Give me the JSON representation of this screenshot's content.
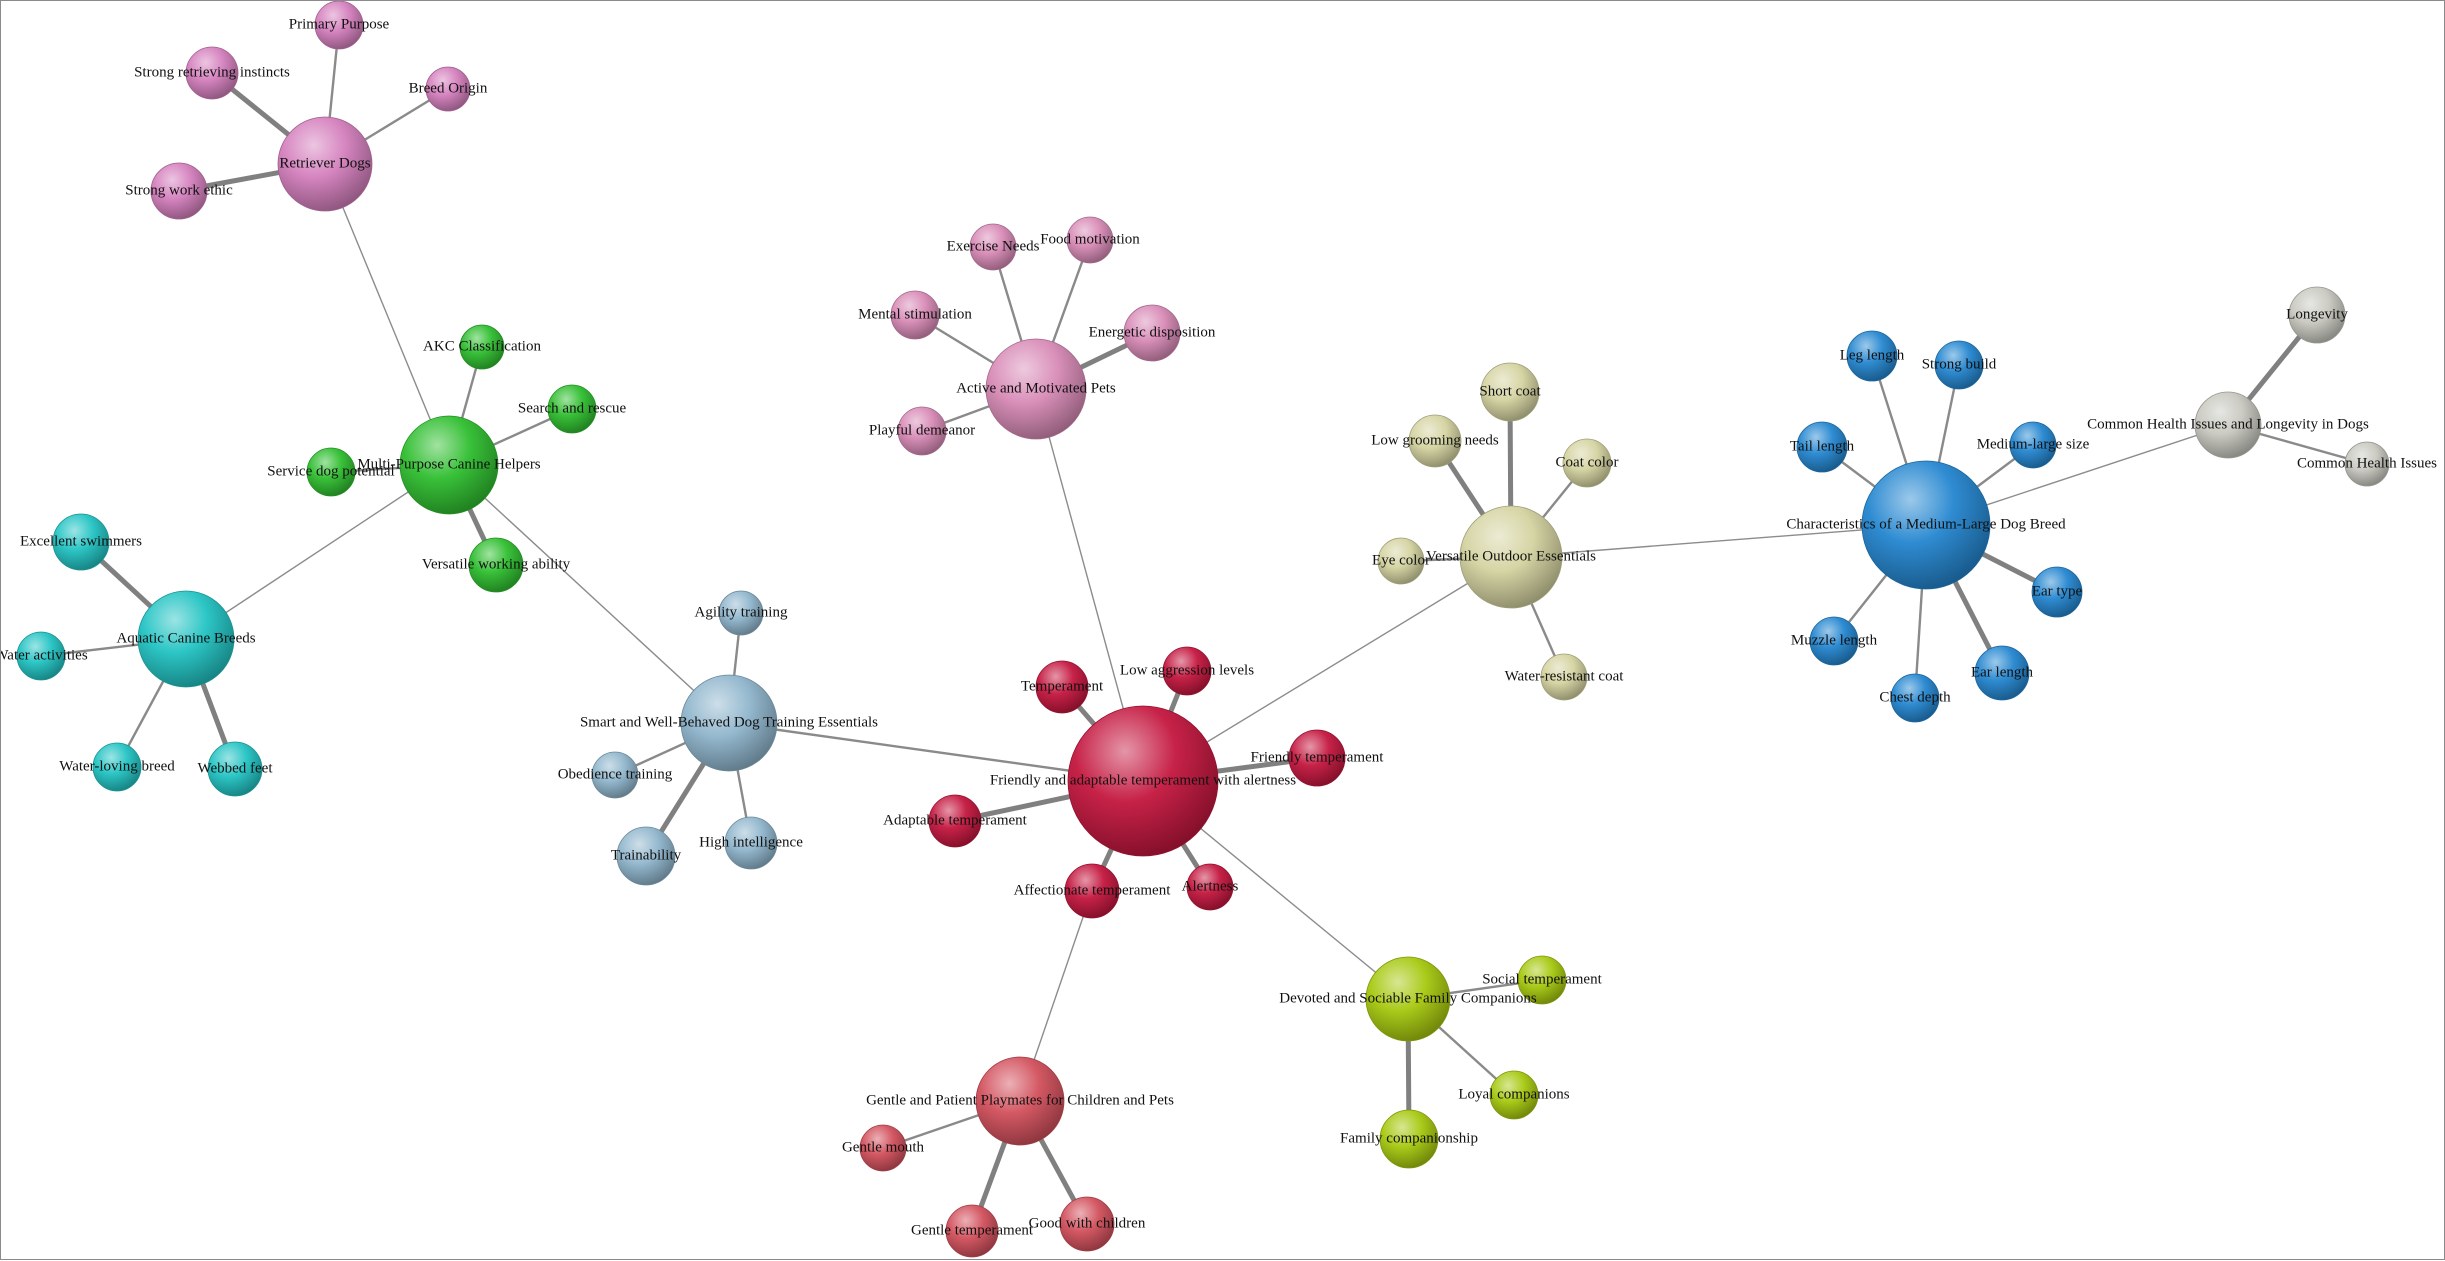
{
  "graph": {
    "nodes": [
      {
        "id": "friendly_main",
        "label": "Friendly and adaptable temperament with alertness",
        "color": "#c4163e",
        "level": 1
      },
      {
        "id": "temperament",
        "label": "Temperament",
        "color": "#c4163e",
        "level": 2
      },
      {
        "id": "low_aggression",
        "label": "Low aggression levels",
        "color": "#c4163e",
        "level": 2
      },
      {
        "id": "friendly_temp",
        "label": "Friendly temperament",
        "color": "#c4163e",
        "level": 2
      },
      {
        "id": "adaptable_temp",
        "label": "Adaptable temperament",
        "color": "#c4163e",
        "level": 2
      },
      {
        "id": "affectionate_temp",
        "label": "Affectionate temperament",
        "color": "#c4163e",
        "level": 2
      },
      {
        "id": "alertness",
        "label": "Alertness",
        "color": "#c4163e",
        "level": 2
      },
      {
        "id": "active_pets",
        "label": "Active and Motivated Pets",
        "color": "#d88ab6",
        "level": 1
      },
      {
        "id": "exercise_needs",
        "label": "Exercise Needs",
        "color": "#d88ab6",
        "level": 2
      },
      {
        "id": "food_motivation",
        "label": "Food motivation",
        "color": "#d88ab6",
        "level": 2
      },
      {
        "id": "mental_stim",
        "label": "Mental stimulation",
        "color": "#d88ab6",
        "level": 2
      },
      {
        "id": "energetic",
        "label": "Energetic disposition",
        "color": "#d88ab6",
        "level": 2
      },
      {
        "id": "playful",
        "label": "Playful demeanor",
        "color": "#d88ab6",
        "level": 2
      },
      {
        "id": "smart_training",
        "label": "Smart and Well-Behaved Dog Training Essentials",
        "color": "#8fb5cc",
        "level": 1
      },
      {
        "id": "agility",
        "label": "Agility training",
        "color": "#8fb5cc",
        "level": 2
      },
      {
        "id": "obedience",
        "label": "Obedience training",
        "color": "#8fb5cc",
        "level": 2
      },
      {
        "id": "trainability",
        "label": "Trainability",
        "color": "#8fb5cc",
        "level": 2
      },
      {
        "id": "high_intel",
        "label": "High intelligence",
        "color": "#8fb5cc",
        "level": 2
      },
      {
        "id": "multi_purpose",
        "label": "Multi-Purpose Canine Helpers",
        "color": "#2fbe2f",
        "level": 1
      },
      {
        "id": "akc",
        "label": "AKC Classification",
        "color": "#2fbe2f",
        "level": 2
      },
      {
        "id": "search_rescue",
        "label": "Search and rescue",
        "color": "#2fbe2f",
        "level": 2
      },
      {
        "id": "service_dog",
        "label": "Service dog potential",
        "color": "#2fbe2f",
        "level": 2
      },
      {
        "id": "versatile_working",
        "label": "Versatile working ability",
        "color": "#2fbe2f",
        "level": 2
      },
      {
        "id": "retriever",
        "label": "Retriever Dogs",
        "color": "#d47fbd",
        "level": 1
      },
      {
        "id": "primary_purpose",
        "label": "Primary Purpose",
        "color": "#d47fbd",
        "level": 2
      },
      {
        "id": "strong_retrieving",
        "label": "Strong retrieving instincts",
        "color": "#d47fbd",
        "level": 2
      },
      {
        "id": "breed_origin",
        "label": "Breed Origin",
        "color": "#d47fbd",
        "level": 2
      },
      {
        "id": "strong_work",
        "label": "Strong work ethic",
        "color": "#d47fbd",
        "level": 2
      },
      {
        "id": "aquatic",
        "label": "Aquatic Canine Breeds",
        "color": "#22c3c3",
        "level": 1
      },
      {
        "id": "excellent_swim",
        "label": "Excellent swimmers",
        "color": "#22c3c3",
        "level": 2
      },
      {
        "id": "water_activities",
        "label": "Water activities",
        "color": "#22c3c3",
        "level": 2
      },
      {
        "id": "water_loving",
        "label": "Water-loving breed",
        "color": "#22c3c3",
        "level": 2
      },
      {
        "id": "webbed_feet",
        "label": "Webbed feet",
        "color": "#22c3c3",
        "level": 2
      },
      {
        "id": "gentle_playmates",
        "label": "Gentle and Patient Playmates for Children and Pets",
        "color": "#d2505c",
        "level": 1
      },
      {
        "id": "gentle_mouth",
        "label": "Gentle mouth",
        "color": "#d2505c",
        "level": 2
      },
      {
        "id": "gentle_temp",
        "label": "Gentle temperament",
        "color": "#d2505c",
        "level": 2
      },
      {
        "id": "good_children",
        "label": "Good with children",
        "color": "#d2505c",
        "level": 2
      },
      {
        "id": "devoted_family",
        "label": "Devoted and Sociable Family Companions",
        "color": "#a6c80e",
        "level": 1
      },
      {
        "id": "social_temp",
        "label": "Social temperament",
        "color": "#a6c80e",
        "level": 2
      },
      {
        "id": "loyal_comp",
        "label": "Loyal companions",
        "color": "#a6c80e",
        "level": 2
      },
      {
        "id": "family_comp",
        "label": "Family companionship",
        "color": "#a6c80e",
        "level": 2
      },
      {
        "id": "versatile_outdoor",
        "label": "Versatile Outdoor Essentials",
        "color": "#d4d3a0",
        "level": 1
      },
      {
        "id": "short_coat",
        "label": "Short coat",
        "color": "#d4d3a0",
        "level": 2
      },
      {
        "id": "low_grooming",
        "label": "Low grooming needs",
        "color": "#d4d3a0",
        "level": 2
      },
      {
        "id": "coat_color",
        "label": "Coat color",
        "color": "#d4d3a0",
        "level": 2
      },
      {
        "id": "eye_color",
        "label": "Eye color",
        "color": "#d4d3a0",
        "level": 2
      },
      {
        "id": "water_resistant",
        "label": "Water-resistant coat",
        "color": "#d4d3a0",
        "level": 2
      },
      {
        "id": "characteristics",
        "label": "Characteristics of a Medium-Large Dog Breed",
        "color": "#2486d0",
        "level": 1
      },
      {
        "id": "leg_length",
        "label": "Leg length",
        "color": "#2486d0",
        "level": 2
      },
      {
        "id": "strong_build",
        "label": "Strong build",
        "color": "#2486d0",
        "level": 2
      },
      {
        "id": "tail_length",
        "label": "Tail length",
        "color": "#2486d0",
        "level": 2
      },
      {
        "id": "medium_large_size",
        "label": "Medium-large size",
        "color": "#2486d0",
        "level": 2
      },
      {
        "id": "ear_type",
        "label": "Ear type",
        "color": "#2486d0",
        "level": 2
      },
      {
        "id": "muzzle_length",
        "label": "Muzzle length",
        "color": "#2486d0",
        "level": 2
      },
      {
        "id": "ear_length",
        "label": "Ear length",
        "color": "#2486d0",
        "level": 2
      },
      {
        "id": "chest_depth",
        "label": "Chest depth",
        "color": "#2486d0",
        "level": 2
      },
      {
        "id": "health_longevity",
        "label": "Common Health Issues and Longevity in Dogs",
        "color": "#c8c8c0",
        "level": 1
      },
      {
        "id": "longevity",
        "label": "Longevity",
        "color": "#c8c8c0",
        "level": 2
      },
      {
        "id": "common_health",
        "label": "Common Health Issues",
        "color": "#c8c8c0",
        "level": 2
      }
    ],
    "edges": [
      {
        "source": "friendly_main",
        "target": "temperament",
        "weight": "heavy"
      },
      {
        "source": "friendly_main",
        "target": "low_aggression",
        "weight": "heavy"
      },
      {
        "source": "friendly_main",
        "target": "friendly_temp",
        "weight": "heavy"
      },
      {
        "source": "friendly_main",
        "target": "adaptable_temp",
        "weight": "heavy"
      },
      {
        "source": "friendly_main",
        "target": "affectionate_temp",
        "weight": "heavy"
      },
      {
        "source": "friendly_main",
        "target": "alertness",
        "weight": "heavy"
      },
      {
        "source": "friendly_main",
        "target": "active_pets",
        "weight": "light"
      },
      {
        "source": "friendly_main",
        "target": "smart_training",
        "weight": "medium"
      },
      {
        "source": "friendly_main",
        "target": "versatile_outdoor",
        "weight": "light"
      },
      {
        "source": "friendly_main",
        "target": "devoted_family",
        "weight": "light"
      },
      {
        "source": "affectionate_temp",
        "target": "gentle_playmates",
        "weight": "light"
      },
      {
        "source": "active_pets",
        "target": "exercise_needs",
        "weight": "medium"
      },
      {
        "source": "active_pets",
        "target": "food_motivation",
        "weight": "medium"
      },
      {
        "source": "active_pets",
        "target": "mental_stim",
        "weight": "medium"
      },
      {
        "source": "active_pets",
        "target": "energetic",
        "weight": "heavy"
      },
      {
        "source": "active_pets",
        "target": "playful",
        "weight": "medium"
      },
      {
        "source": "smart_training",
        "target": "agility",
        "weight": "medium"
      },
      {
        "source": "smart_training",
        "target": "obedience",
        "weight": "medium"
      },
      {
        "source": "smart_training",
        "target": "trainability",
        "weight": "heavy"
      },
      {
        "source": "smart_training",
        "target": "high_intel",
        "weight": "medium"
      },
      {
        "source": "smart_training",
        "target": "multi_purpose",
        "weight": "light"
      },
      {
        "source": "multi_purpose",
        "target": "akc",
        "weight": "medium"
      },
      {
        "source": "multi_purpose",
        "target": "search_rescue",
        "weight": "medium"
      },
      {
        "source": "multi_purpose",
        "target": "service_dog",
        "weight": "medium"
      },
      {
        "source": "multi_purpose",
        "target": "versatile_working",
        "weight": "heavy"
      },
      {
        "source": "multi_purpose",
        "target": "retriever",
        "weight": "light"
      },
      {
        "source": "multi_purpose",
        "target": "aquatic",
        "weight": "light"
      },
      {
        "source": "retriever",
        "target": "primary_purpose",
        "weight": "medium"
      },
      {
        "source": "retriever",
        "target": "strong_retrieving",
        "weight": "heavy"
      },
      {
        "source": "retriever",
        "target": "breed_origin",
        "weight": "medium"
      },
      {
        "source": "retriever",
        "target": "strong_work",
        "weight": "heavy"
      },
      {
        "source": "aquatic",
        "target": "excellent_swim",
        "weight": "heavy"
      },
      {
        "source": "aquatic",
        "target": "water_activities",
        "weight": "medium"
      },
      {
        "source": "aquatic",
        "target": "water_loving",
        "weight": "medium"
      },
      {
        "source": "aquatic",
        "target": "webbed_feet",
        "weight": "heavy"
      },
      {
        "source": "gentle_playmates",
        "target": "gentle_mouth",
        "weight": "medium"
      },
      {
        "source": "gentle_playmates",
        "target": "gentle_temp",
        "weight": "heavy"
      },
      {
        "source": "gentle_playmates",
        "target": "good_children",
        "weight": "heavy"
      },
      {
        "source": "devoted_family",
        "target": "social_temp",
        "weight": "medium"
      },
      {
        "source": "devoted_family",
        "target": "loyal_comp",
        "weight": "medium"
      },
      {
        "source": "devoted_family",
        "target": "family_comp",
        "weight": "heavy"
      },
      {
        "source": "versatile_outdoor",
        "target": "short_coat",
        "weight": "heavy"
      },
      {
        "source": "versatile_outdoor",
        "target": "low_grooming",
        "weight": "heavy"
      },
      {
        "source": "versatile_outdoor",
        "target": "coat_color",
        "weight": "medium"
      },
      {
        "source": "versatile_outdoor",
        "target": "eye_color",
        "weight": "medium"
      },
      {
        "source": "versatile_outdoor",
        "target": "water_resistant",
        "weight": "medium"
      },
      {
        "source": "versatile_outdoor",
        "target": "characteristics",
        "weight": "light"
      },
      {
        "source": "characteristics",
        "target": "leg_length",
        "weight": "medium"
      },
      {
        "source": "characteristics",
        "target": "strong_build",
        "weight": "medium"
      },
      {
        "source": "characteristics",
        "target": "tail_length",
        "weight": "medium"
      },
      {
        "source": "characteristics",
        "target": "medium_large_size",
        "weight": "medium"
      },
      {
        "source": "characteristics",
        "target": "ear_type",
        "weight": "heavy"
      },
      {
        "source": "characteristics",
        "target": "muzzle_length",
        "weight": "medium"
      },
      {
        "source": "characteristics",
        "target": "ear_length",
        "weight": "heavy"
      },
      {
        "source": "characteristics",
        "target": "chest_depth",
        "weight": "medium"
      },
      {
        "source": "characteristics",
        "target": "health_longevity",
        "weight": "light"
      },
      {
        "source": "health_longevity",
        "target": "longevity",
        "weight": "heavy"
      },
      {
        "source": "health_longevity",
        "target": "common_health",
        "weight": "medium"
      }
    ]
  }
}
